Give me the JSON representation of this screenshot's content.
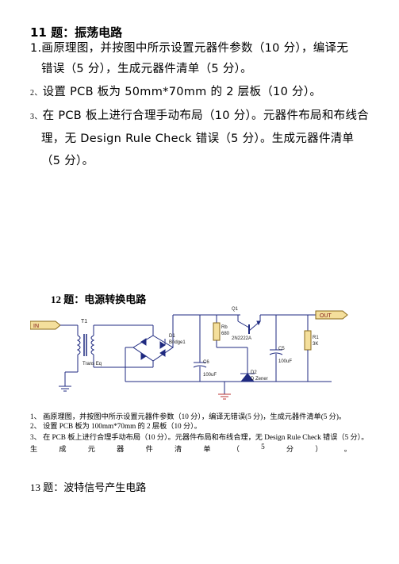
{
  "q11": {
    "title": "11 题：振荡电路",
    "line1": "1.画原理图，并按图中所示设置元器件参数（10 分），编译无",
    "line1b": "错误（5 分），生成元器件清单（5 分）。",
    "line2_num": "2、",
    "line2": "设置 PCB 板为 50mm*70mm 的 2 层板（10 分）。",
    "line3_num": "3、",
    "line3": "在 PCB 板上进行合理手动布局（10 分）。元器件布局和布线合",
    "line3b": "理，无 Design Rule Check 错误（5 分）。生成元器件清单",
    "line3c": "（5 分）。"
  },
  "q12": {
    "title": "12 题：电源转换电路",
    "labels": {
      "in": "IN",
      "out": "OUT",
      "t1": "T1",
      "trans": "Trans Eq",
      "d1": "D1",
      "bridge": "Bridge1",
      "q1": "Q1",
      "q1_part": "2N2222A",
      "rb": "Rb",
      "rb_val": "680",
      "c6": "C6",
      "c6_val": "100uF",
      "c5": "C5",
      "c5_val": "100uF",
      "r1": "R1",
      "r1_val": "3K",
      "d2": "D2",
      "d2_type": "D Zener"
    },
    "line1": "1、 画原理图，并按图中所示设置元器件参数（10 分），编译无错误(5 分)，生成元器件清单(5 分)。",
    "line2": "2、 设置 PCB 板为 100mm*70mm 的 2 层板（10 分）。",
    "line3": "3、    在 PCB 板上进行合理手动布局（10 分）。元器件布局和布线合理，无 Design Rule Check 错误（5 分）。",
    "line3b_chars": [
      "生",
      "成",
      "元",
      "器",
      "件",
      "清",
      "单",
      "（",
      "5",
      "分",
      "）",
      "。"
    ]
  },
  "q13": {
    "title": "13 题：波特信号产生电路"
  }
}
